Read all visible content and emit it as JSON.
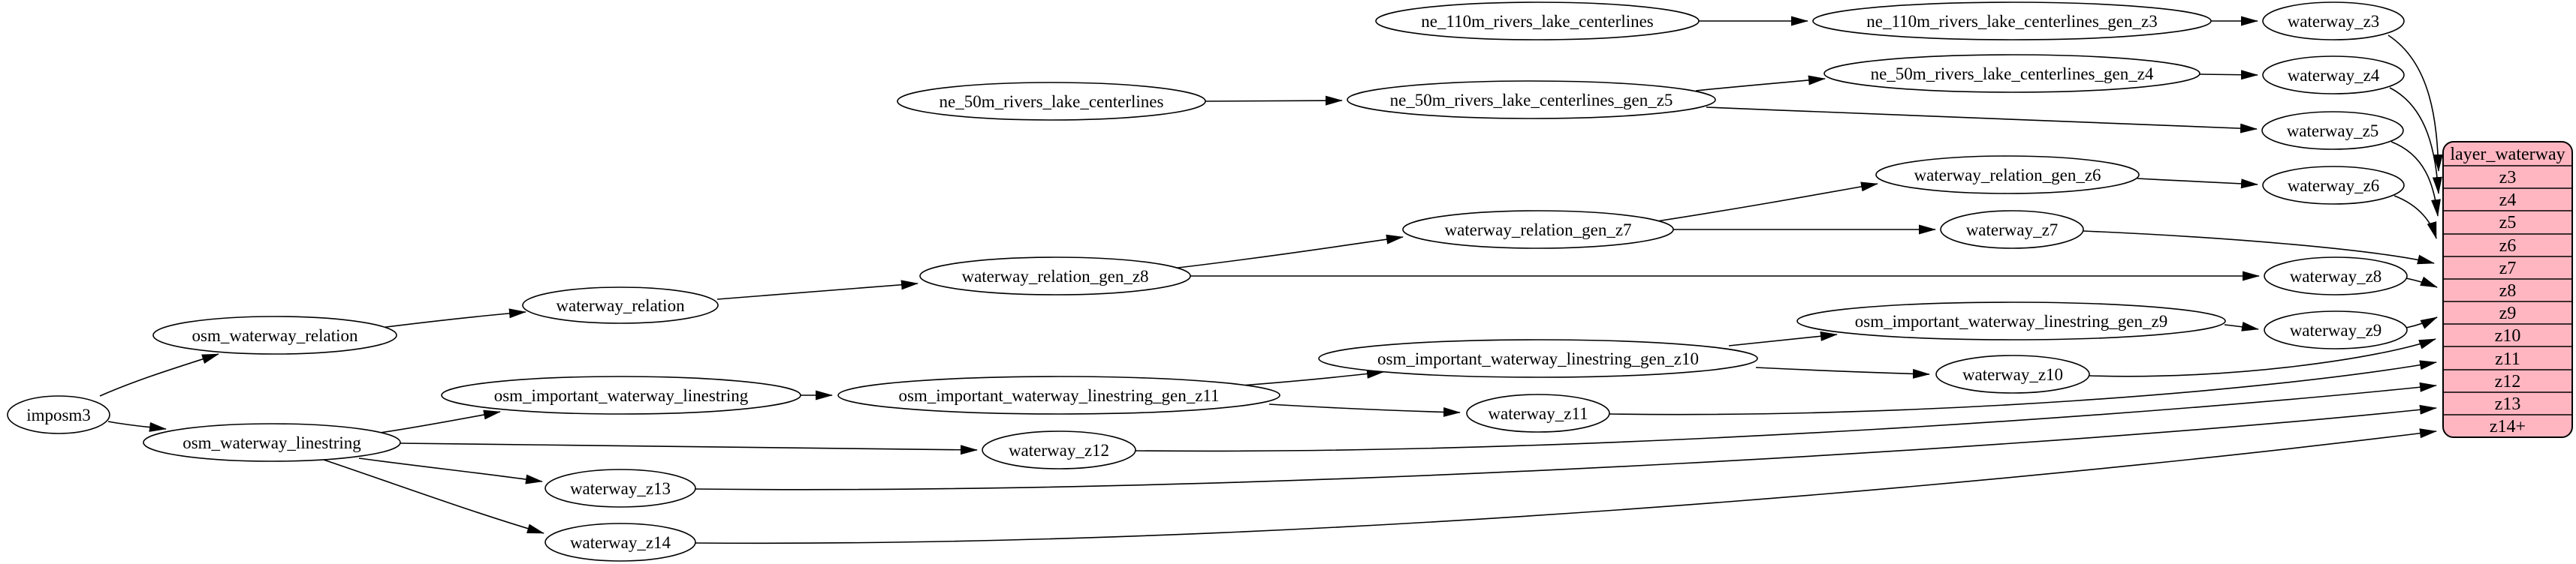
{
  "colors": {
    "table_fill": "#ffb6c1",
    "node_fill": "#ffffff",
    "stroke": "#000000"
  },
  "nodes": [
    {
      "id": "imposm3",
      "label": "imposm3"
    },
    {
      "id": "osm_waterway_relation",
      "label": "osm_waterway_relation"
    },
    {
      "id": "osm_waterway_linestring",
      "label": "osm_waterway_linestring"
    },
    {
      "id": "waterway_relation",
      "label": "waterway_relation"
    },
    {
      "id": "osm_important_waterway_linestring",
      "label": "osm_important_waterway_linestring"
    },
    {
      "id": "waterway_z13",
      "label": "waterway_z13"
    },
    {
      "id": "waterway_z14",
      "label": "waterway_z14"
    },
    {
      "id": "ne_50m_rivers_lake_centerlines",
      "label": "ne_50m_rivers_lake_centerlines"
    },
    {
      "id": "waterway_relation_gen_z8",
      "label": "waterway_relation_gen_z8"
    },
    {
      "id": "osm_important_waterway_linestring_gen_z11",
      "label": "osm_important_waterway_linestring_gen_z11"
    },
    {
      "id": "waterway_z12",
      "label": "waterway_z12"
    },
    {
      "id": "ne_110m_rivers_lake_centerlines",
      "label": "ne_110m_rivers_lake_centerlines"
    },
    {
      "id": "ne_50m_rivers_lake_centerlines_gen_z5",
      "label": "ne_50m_rivers_lake_centerlines_gen_z5"
    },
    {
      "id": "waterway_relation_gen_z7",
      "label": "waterway_relation_gen_z7"
    },
    {
      "id": "osm_important_waterway_linestring_gen_z10",
      "label": "osm_important_waterway_linestring_gen_z10"
    },
    {
      "id": "waterway_z11",
      "label": "waterway_z11"
    },
    {
      "id": "ne_110m_rivers_lake_centerlines_gen_z3",
      "label": "ne_110m_rivers_lake_centerlines_gen_z3"
    },
    {
      "id": "ne_50m_rivers_lake_centerlines_gen_z4",
      "label": "ne_50m_rivers_lake_centerlines_gen_z4"
    },
    {
      "id": "waterway_relation_gen_z6",
      "label": "waterway_relation_gen_z6"
    },
    {
      "id": "waterway_z7",
      "label": "waterway_z7"
    },
    {
      "id": "osm_important_waterway_linestring_gen_z9",
      "label": "osm_important_waterway_linestring_gen_z9"
    },
    {
      "id": "waterway_z10",
      "label": "waterway_z10"
    },
    {
      "id": "waterway_z3",
      "label": "waterway_z3"
    },
    {
      "id": "waterway_z4",
      "label": "waterway_z4"
    },
    {
      "id": "waterway_z5",
      "label": "waterway_z5"
    },
    {
      "id": "waterway_z6",
      "label": "waterway_z6"
    },
    {
      "id": "waterway_z8",
      "label": "waterway_z8"
    },
    {
      "id": "waterway_z9",
      "label": "waterway_z9"
    }
  ],
  "table": {
    "title": "layer_waterway",
    "rows": [
      "z3",
      "z4",
      "z5",
      "z6",
      "z7",
      "z8",
      "z9",
      "z10",
      "z11",
      "z12",
      "z13",
      "z14+"
    ]
  },
  "edges": [
    {
      "from": "imposm3",
      "to": "osm_waterway_relation"
    },
    {
      "from": "imposm3",
      "to": "osm_waterway_linestring"
    },
    {
      "from": "osm_waterway_relation",
      "to": "waterway_relation"
    },
    {
      "from": "waterway_relation",
      "to": "waterway_relation_gen_z8"
    },
    {
      "from": "waterway_relation_gen_z8",
      "to": "waterway_relation_gen_z7"
    },
    {
      "from": "waterway_relation_gen_z8",
      "to": "waterway_z8"
    },
    {
      "from": "waterway_relation_gen_z7",
      "to": "waterway_relation_gen_z6"
    },
    {
      "from": "waterway_relation_gen_z7",
      "to": "waterway_z7"
    },
    {
      "from": "waterway_relation_gen_z6",
      "to": "waterway_z6"
    },
    {
      "from": "ne_110m_rivers_lake_centerlines",
      "to": "ne_110m_rivers_lake_centerlines_gen_z3"
    },
    {
      "from": "ne_110m_rivers_lake_centerlines_gen_z3",
      "to": "waterway_z3"
    },
    {
      "from": "ne_50m_rivers_lake_centerlines",
      "to": "ne_50m_rivers_lake_centerlines_gen_z5"
    },
    {
      "from": "ne_50m_rivers_lake_centerlines_gen_z5",
      "to": "ne_50m_rivers_lake_centerlines_gen_z4"
    },
    {
      "from": "ne_50m_rivers_lake_centerlines_gen_z5",
      "to": "waterway_z5"
    },
    {
      "from": "ne_50m_rivers_lake_centerlines_gen_z4",
      "to": "waterway_z4"
    },
    {
      "from": "osm_waterway_linestring",
      "to": "osm_important_waterway_linestring"
    },
    {
      "from": "osm_waterway_linestring",
      "to": "waterway_z12"
    },
    {
      "from": "osm_waterway_linestring",
      "to": "waterway_z13"
    },
    {
      "from": "osm_waterway_linestring",
      "to": "waterway_z14"
    },
    {
      "from": "osm_important_waterway_linestring",
      "to": "osm_important_waterway_linestring_gen_z11"
    },
    {
      "from": "osm_important_waterway_linestring_gen_z11",
      "to": "osm_important_waterway_linestring_gen_z10"
    },
    {
      "from": "osm_important_waterway_linestring_gen_z11",
      "to": "waterway_z11"
    },
    {
      "from": "osm_important_waterway_linestring_gen_z10",
      "to": "osm_important_waterway_linestring_gen_z9"
    },
    {
      "from": "osm_important_waterway_linestring_gen_z10",
      "to": "waterway_z10"
    },
    {
      "from": "osm_important_waterway_linestring_gen_z9",
      "to": "waterway_z9"
    },
    {
      "from": "waterway_z3",
      "to": "layer_waterway.z3"
    },
    {
      "from": "waterway_z4",
      "to": "layer_waterway.z4"
    },
    {
      "from": "waterway_z5",
      "to": "layer_waterway.z5"
    },
    {
      "from": "waterway_z6",
      "to": "layer_waterway.z6"
    },
    {
      "from": "waterway_z7",
      "to": "layer_waterway.z7"
    },
    {
      "from": "waterway_z8",
      "to": "layer_waterway.z8"
    },
    {
      "from": "waterway_z9",
      "to": "layer_waterway.z9"
    },
    {
      "from": "waterway_z10",
      "to": "layer_waterway.z10"
    },
    {
      "from": "waterway_z11",
      "to": "layer_waterway.z11"
    },
    {
      "from": "waterway_z12",
      "to": "layer_waterway.z12"
    },
    {
      "from": "waterway_z13",
      "to": "layer_waterway.z13"
    },
    {
      "from": "waterway_z14",
      "to": "layer_waterway.z14+"
    }
  ]
}
